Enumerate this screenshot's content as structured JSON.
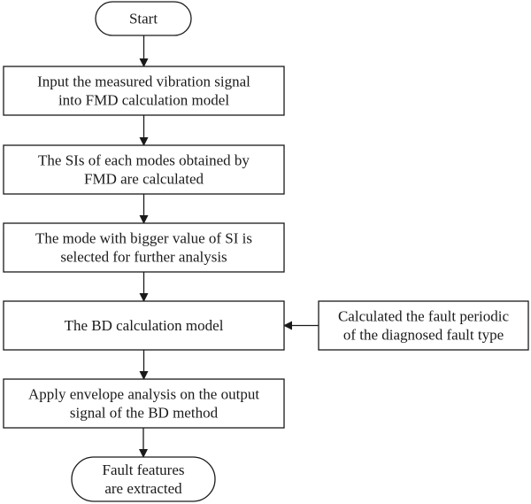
{
  "nodes": [
    {
      "id": "start",
      "shape": "terminal",
      "lines": [
        "Start"
      ]
    },
    {
      "id": "input",
      "shape": "process",
      "lines": [
        "Input the measured vibration signal",
        "into FMD calculation model"
      ]
    },
    {
      "id": "si",
      "shape": "process",
      "lines": [
        "The SIs of each modes obtained by",
        "FMD are calculated"
      ]
    },
    {
      "id": "select",
      "shape": "process",
      "lines": [
        "The mode with bigger value of SI is",
        "selected for further analysis"
      ]
    },
    {
      "id": "bd",
      "shape": "process",
      "lines": [
        "The BD calculation model"
      ]
    },
    {
      "id": "period",
      "shape": "process",
      "lines": [
        "Calculated the fault periodic",
        "of the diagnosed fault type"
      ]
    },
    {
      "id": "envelope",
      "shape": "process",
      "lines": [
        "Apply envelope analysis on the output",
        "signal of the BD method"
      ]
    },
    {
      "id": "end",
      "shape": "terminal",
      "lines": [
        "Fault features",
        "are extracted"
      ]
    }
  ],
  "edges": [
    {
      "from": "start",
      "to": "input"
    },
    {
      "from": "input",
      "to": "si"
    },
    {
      "from": "si",
      "to": "select"
    },
    {
      "from": "select",
      "to": "bd"
    },
    {
      "from": "period",
      "to": "bd"
    },
    {
      "from": "bd",
      "to": "envelope"
    },
    {
      "from": "envelope",
      "to": "end"
    }
  ],
  "colors": {
    "stroke": "#1a1a1a",
    "fill": "#ffffff",
    "text": "#1a1a1a"
  }
}
